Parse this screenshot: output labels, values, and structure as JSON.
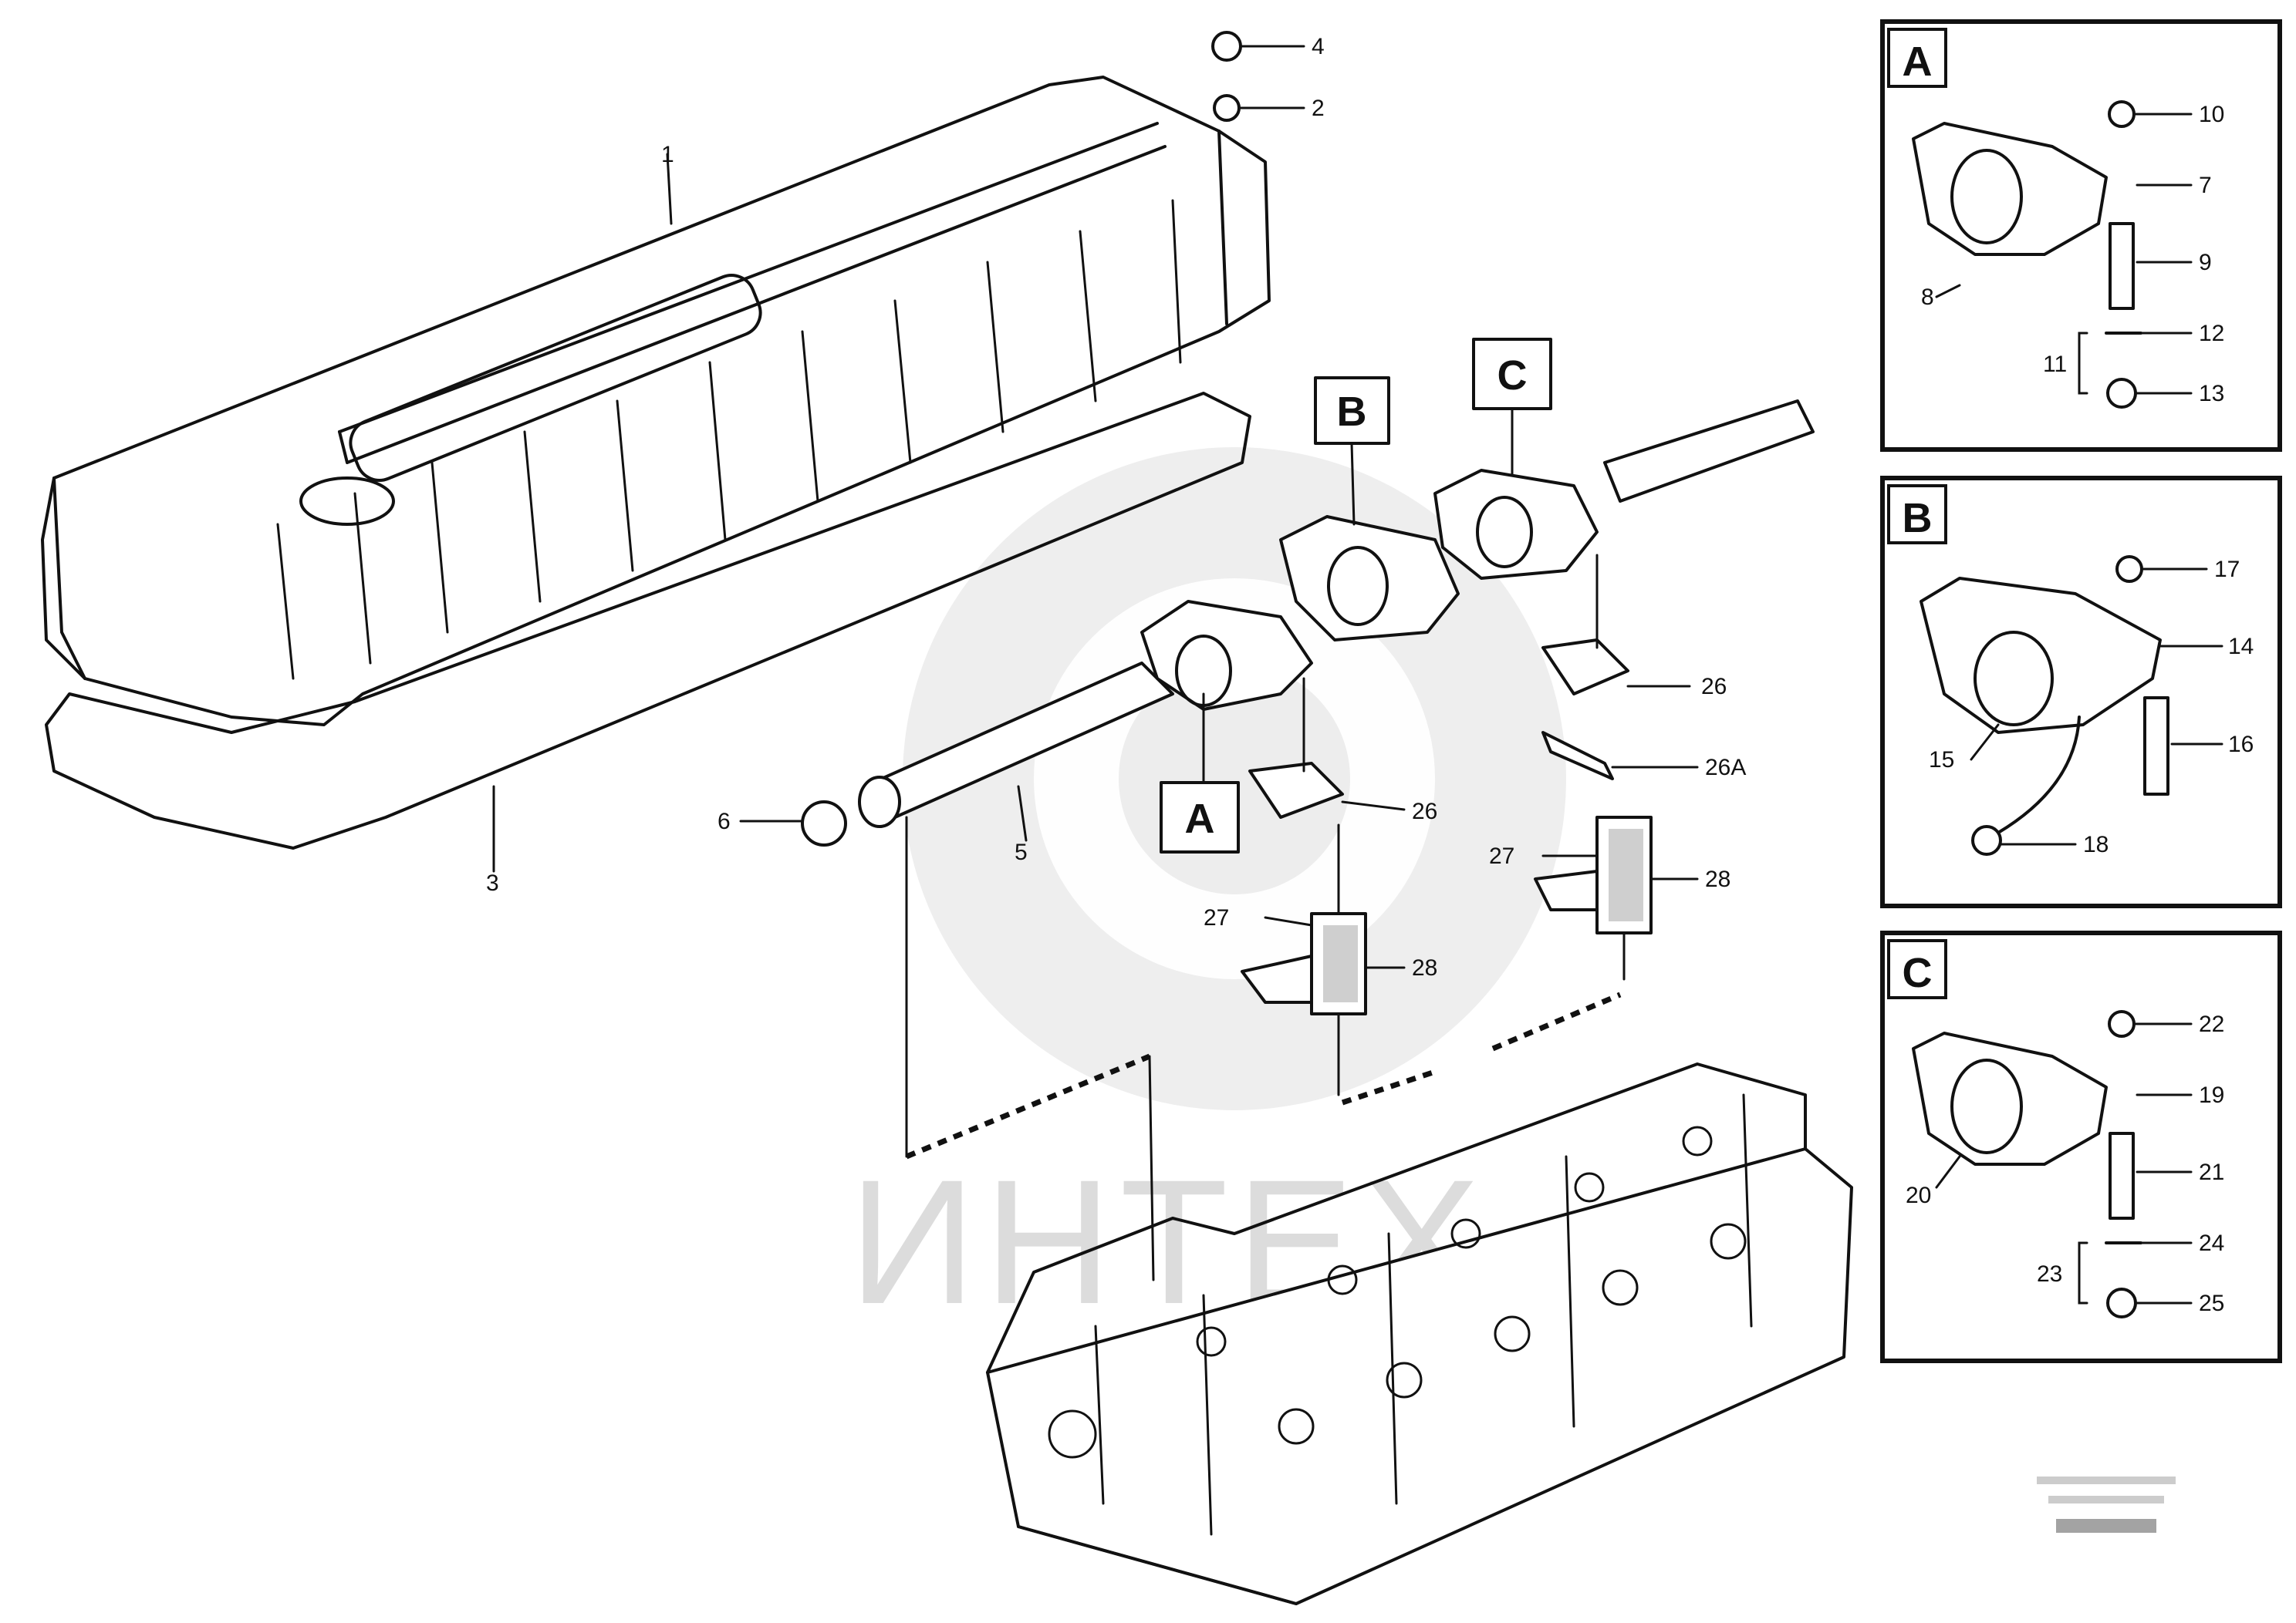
{
  "watermark": {
    "text": "ИНТЕХ"
  },
  "detail_boxes": [
    {
      "letter": "A",
      "callouts": [
        "10",
        "7",
        "8",
        "9",
        "12",
        "11",
        "13"
      ]
    },
    {
      "letter": "B",
      "callouts": [
        "17",
        "14",
        "16",
        "15",
        "18"
      ]
    },
    {
      "letter": "C",
      "callouts": [
        "22",
        "19",
        "20",
        "21",
        "24",
        "23",
        "25"
      ]
    }
  ],
  "main_labels": {
    "A": "A",
    "B": "B",
    "C": "C"
  },
  "callouts": {
    "c4": "4",
    "c2": "2",
    "c1": "1",
    "c3": "3",
    "c6": "6",
    "c5": "5",
    "c26a": "26",
    "c26b": "26",
    "c26A": "26A",
    "c27a": "27",
    "c27b": "27",
    "c28a": "28",
    "c28b": "28"
  },
  "footer": {
    "line1": "",
    "line2": "",
    "code": ""
  }
}
